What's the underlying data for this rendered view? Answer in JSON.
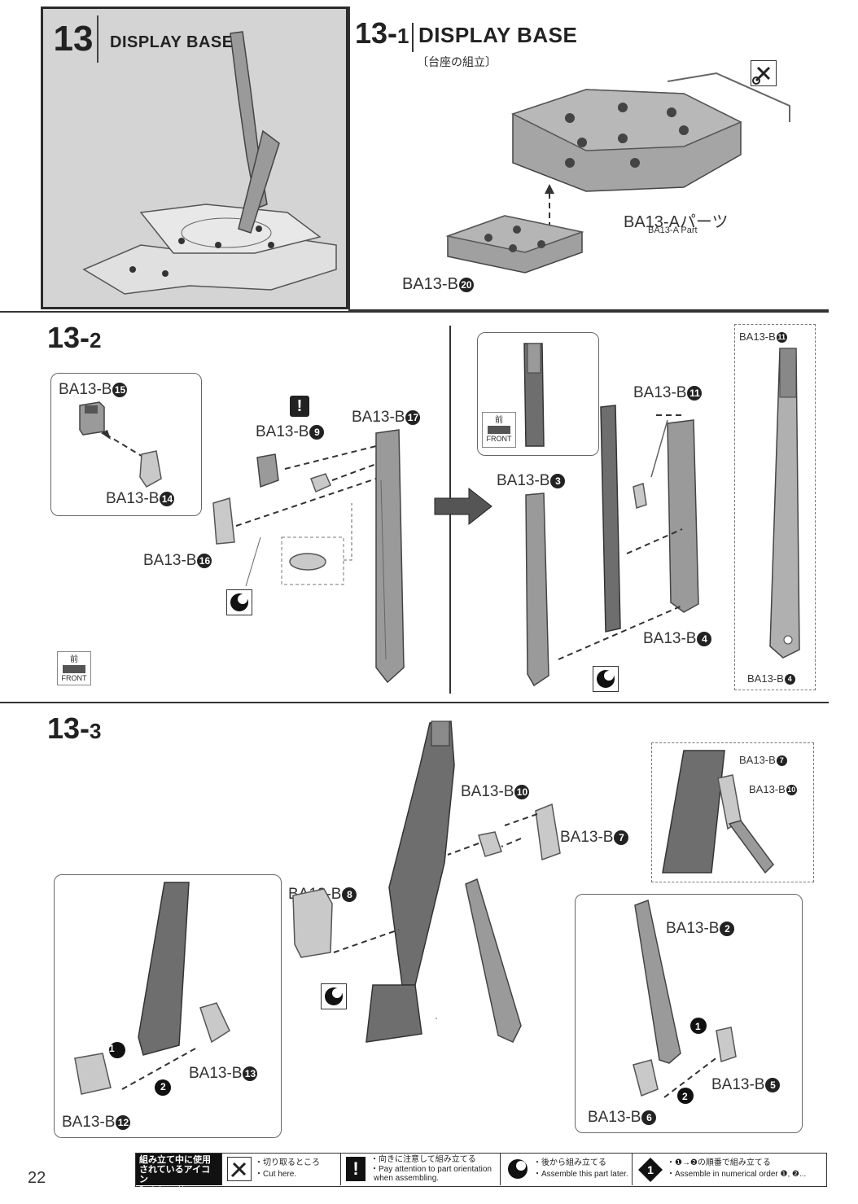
{
  "step13": {
    "number": "13",
    "title": "DISPLAY BASE"
  },
  "step13_1": {
    "number": "13-",
    "sub": "1",
    "title": "DISPLAY BASE",
    "subtitle_ja": "〔台座の組立〕",
    "part_a_label": "BA13-Aパーツ",
    "part_a_label_en": "BA13-A Part",
    "part_b20": {
      "prefix": "BA13-B",
      "num": "20"
    }
  },
  "step13_2": {
    "number": "13-",
    "sub": "2",
    "b15": {
      "prefix": "BA13-B",
      "num": "15"
    },
    "b14": {
      "prefix": "BA13-B",
      "num": "14"
    },
    "b9": {
      "prefix": "BA13-B",
      "num": "9"
    },
    "b17": {
      "prefix": "BA13-B",
      "num": "17"
    },
    "b16": {
      "prefix": "BA13-B",
      "num": "16"
    },
    "b11": {
      "prefix": "BA13-B",
      "num": "11"
    },
    "b3": {
      "prefix": "BA13-B",
      "num": "3"
    },
    "b4": {
      "prefix": "BA13-B",
      "num": "4"
    },
    "b11_small": {
      "prefix": "BA13-B",
      "num": "11"
    },
    "b4_small": {
      "prefix": "BA13-B",
      "num": "4"
    },
    "front_ja": "前",
    "front_en": "FRONT",
    "warning_symbol": "!"
  },
  "step13_3": {
    "number": "13-",
    "sub": "3",
    "b10": {
      "prefix": "BA13-B",
      "num": "10"
    },
    "b7": {
      "prefix": "BA13-B",
      "num": "7"
    },
    "b8": {
      "prefix": "BA13-B",
      "num": "8"
    },
    "b7_small": {
      "prefix": "BA13-B",
      "num": "7"
    },
    "b10_small": {
      "prefix": "BA13-B",
      "num": "10"
    },
    "b13": {
      "prefix": "BA13-B",
      "num": "13"
    },
    "b12": {
      "prefix": "BA13-B",
      "num": "12"
    },
    "b2": {
      "prefix": "BA13-B",
      "num": "2"
    },
    "b5": {
      "prefix": "BA13-B",
      "num": "5"
    },
    "b6": {
      "prefix": "BA13-B",
      "num": "6"
    },
    "order1": "1",
    "order2": "2"
  },
  "legend": {
    "title_ja_1": "組み立て中に使用",
    "title_ja_2": "されているアイコン",
    "title_en": "Symbols used in instructions",
    "cut_ja": "・切り取るところ",
    "cut_en": "・Cut here.",
    "orient_ja": "・向きに注意して組み立てる",
    "orient_en_1": "・Pay attention to part orientation",
    "orient_en_2": "when assembling.",
    "later_ja": "・後から組み立てる",
    "later_en": "・Assemble this part later.",
    "order_ja": "・❶→❷の順番で組み立てる",
    "order_en": "・Assemble in numerical order ❶, ❷..."
  },
  "page_number": "22"
}
